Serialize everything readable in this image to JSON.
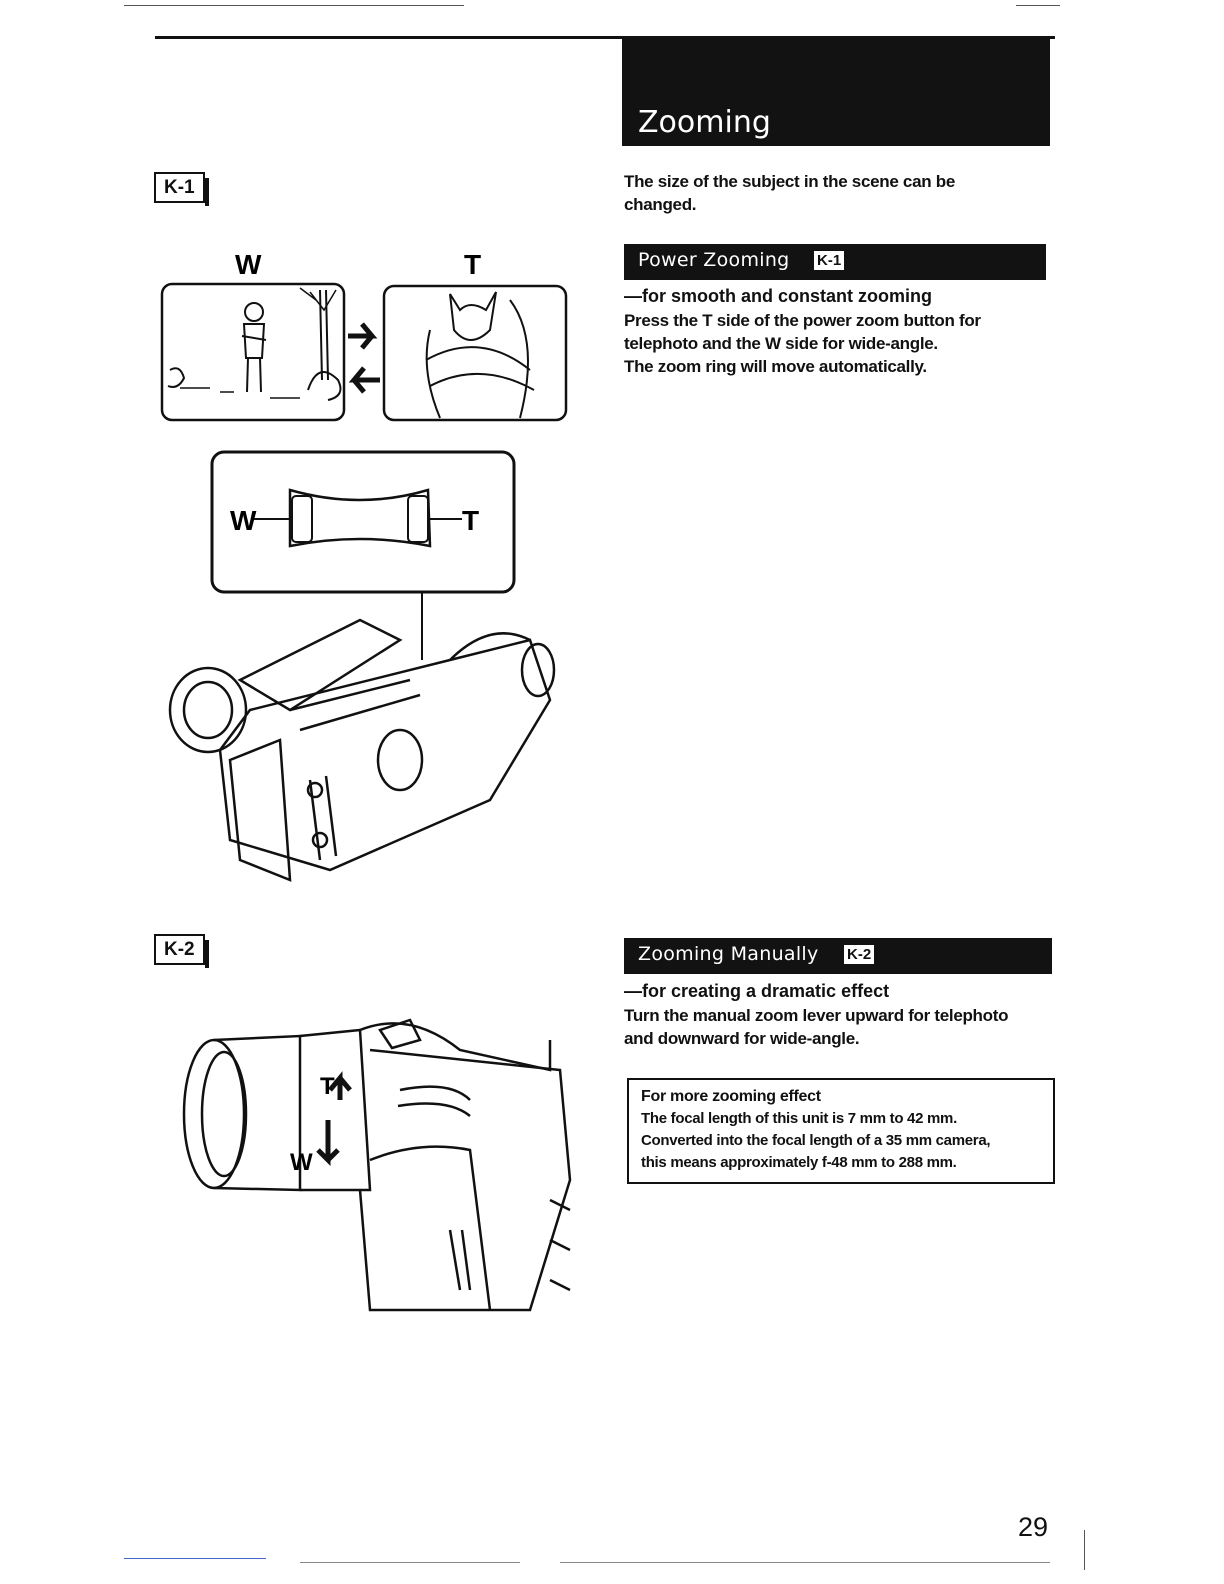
{
  "header": {
    "title": "Zooming"
  },
  "intro": {
    "line1": "The size of the subject in the scene can be",
    "line2": "changed."
  },
  "power_zooming": {
    "heading": "Power Zooming",
    "figure_ref": "K-1",
    "subheading": "—for smooth and constant zooming",
    "lines": [
      "Press the T side of the power zoom button for",
      "telephoto and the W side for wide-angle.",
      "The zoom ring will move automatically."
    ]
  },
  "zooming_manually": {
    "heading": "Zooming Manually",
    "figure_ref": "K-2",
    "subheading": "—for creating a dramatic effect",
    "lines": [
      "Turn the manual zoom lever upward for telephoto",
      "and downward for wide-angle."
    ]
  },
  "note": {
    "title": "For more zooming effect",
    "lines": [
      "The focal length of this unit is 7 mm to 42 mm.",
      "Converted into the focal length of a 35 mm camera,",
      "this means approximately f-48 mm to 288 mm."
    ]
  },
  "figures": {
    "k1": {
      "tag": "K-1",
      "label_w": "W",
      "label_t": "T",
      "button_w": "W",
      "button_t": "T"
    },
    "k2": {
      "tag": "K-2",
      "lever_t": "T",
      "lever_w": "W"
    }
  },
  "page_number": "29"
}
